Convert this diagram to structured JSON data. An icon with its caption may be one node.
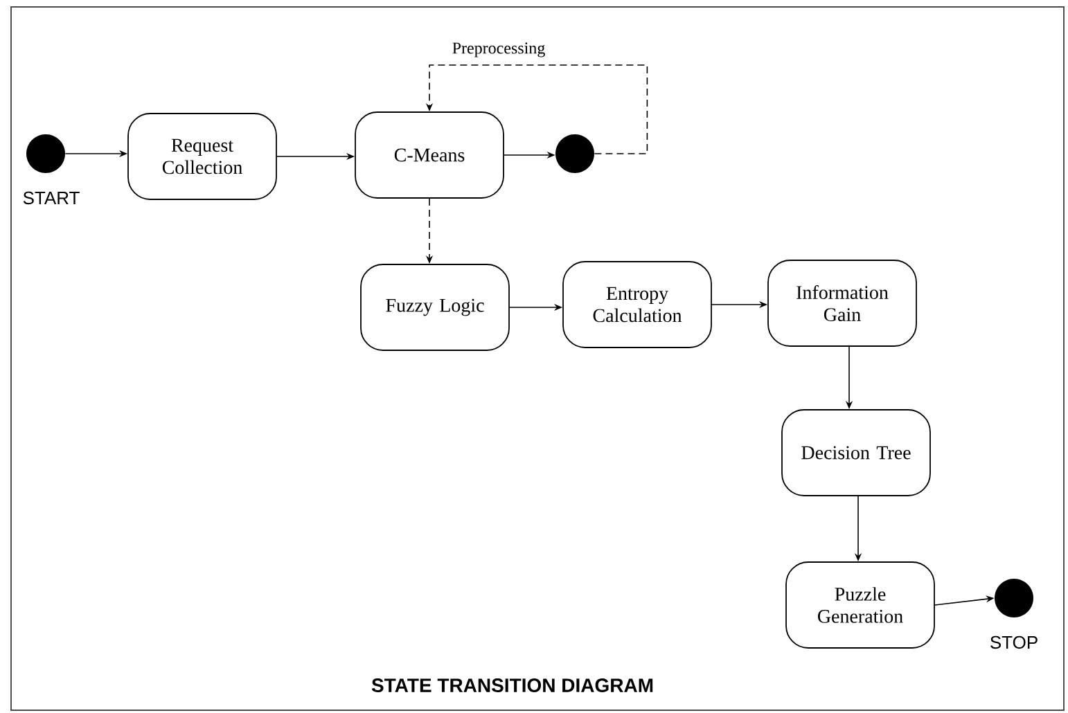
{
  "diagram": {
    "title": "STATE TRANSITION DIAGRAM",
    "nodes": [
      {
        "text": [],
        "shape": "circle",
        "beside": [
          "START"
        ]
      },
      {
        "text": [
          "Request Collection"
        ]
      },
      {
        "text": [
          "C-Means"
        ]
      },
      {
        "text": [],
        "shape": "circle"
      },
      {
        "text": [
          "Fuzzy Logic"
        ]
      },
      {
        "text": [
          "Entropy Calculation"
        ]
      },
      {
        "text": [
          "Information Gain"
        ]
      },
      {
        "text": [
          "Decision Tree"
        ]
      },
      {
        "text": [
          "Puzzle Generation"
        ]
      },
      {
        "text": [],
        "shape": "circle",
        "beside": [
          "STOP"
        ]
      }
    ],
    "edges": [
      {
        "from": 0,
        "to": 1,
        "arrow": "to"
      },
      {
        "from": 1,
        "to": 2,
        "arrow": "to"
      },
      {
        "from": 2,
        "to": 3,
        "arrow": "to"
      },
      {
        "from": 3,
        "to": 2,
        "arrow": "to",
        "style": "dashed",
        "label": "Preprocessing"
      },
      {
        "from": 2,
        "to": 4,
        "arrow": "to",
        "style": "dashed"
      },
      {
        "from": 4,
        "to": 5,
        "arrow": "to"
      },
      {
        "from": 5,
        "to": 6,
        "arrow": "to"
      },
      {
        "from": 6,
        "to": 7,
        "arrow": "to"
      },
      {
        "from": 7,
        "to": 8,
        "arrow": "to"
      },
      {
        "from": 8,
        "to": 9,
        "arrow": "to"
      }
    ]
  }
}
